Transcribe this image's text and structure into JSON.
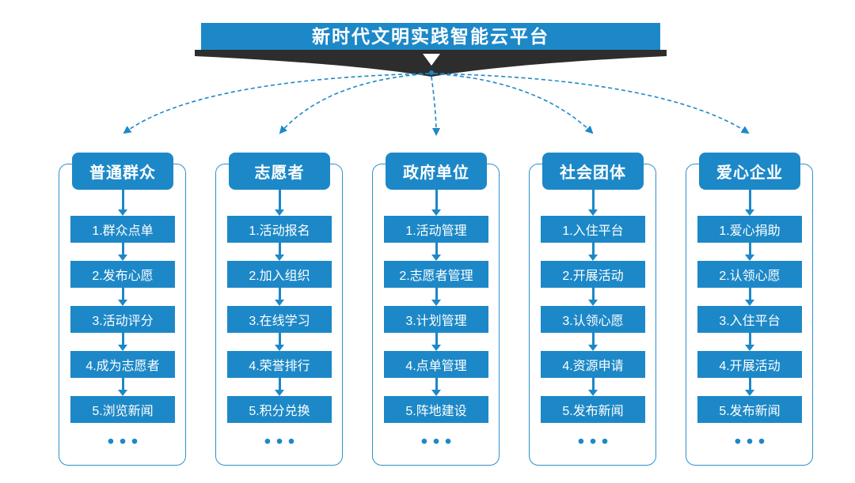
{
  "title": "新时代文明实践智能云平台",
  "colors": {
    "primary": "#1d88c7",
    "outline": "#2e91cc",
    "dark": "#2d2d2d"
  },
  "columns": [
    {
      "header": "普通群众",
      "items": [
        "1.群众点单",
        "2.发布心愿",
        "3.活动评分",
        "4.成为志愿者",
        "5.浏览新闻"
      ],
      "more_label": "•••"
    },
    {
      "header": "志愿者",
      "items": [
        "1.活动报名",
        "2.加入组织",
        "3.在线学习",
        "4.荣誉排行",
        "5.积分兑换"
      ],
      "more_label": "•••"
    },
    {
      "header": "政府单位",
      "items": [
        "1.活动管理",
        "2.志愿者管理",
        "3.计划管理",
        "4.点单管理",
        "5.阵地建设"
      ],
      "more_label": "•••"
    },
    {
      "header": "社会团体",
      "items": [
        "1.入住平台",
        "2.开展活动",
        "3.认领心愿",
        "4.资源申请",
        "5.发布新闻"
      ],
      "more_label": "•••"
    },
    {
      "header": "爱心企业",
      "items": [
        "1.爱心捐助",
        "2.认领心愿",
        "3.入住平台",
        "4.开展活动",
        "5.发布新闻"
      ],
      "more_label": "•••"
    }
  ]
}
